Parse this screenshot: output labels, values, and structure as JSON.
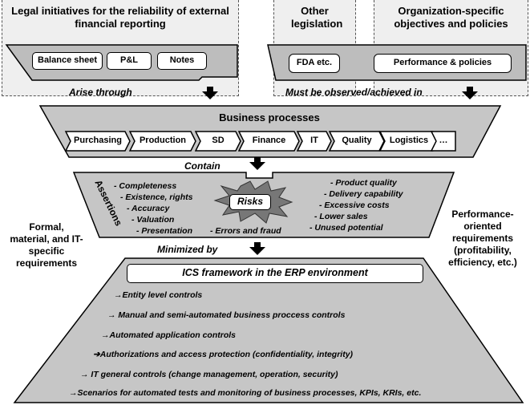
{
  "columns": {
    "legal": "Legal initiatives for the reliability of external financial reporting",
    "other": "Other legislation",
    "org": "Organization-specific objectives and policies"
  },
  "legal_docs": [
    "Balance sheet",
    "P&L",
    "Notes"
  ],
  "other_docs": [
    "FDA etc."
  ],
  "org_docs": [
    "Performance & policies"
  ],
  "flow": {
    "arise": "Arise through",
    "observed": "Must be observed/achieved in",
    "contain": "Contain",
    "minimized": "Minimized by"
  },
  "business_processes": {
    "title": "Business processes",
    "items": [
      "Purchasing",
      "Production",
      "SD",
      "Finance",
      "IT",
      "Quality",
      "Logistics",
      "…"
    ]
  },
  "assertions": {
    "label": "Assertions",
    "items": [
      "- Completeness",
      "- Existence, rights",
      "- Accuracy",
      "- Valuation",
      "- Presentation"
    ]
  },
  "risks": {
    "label": "Risks",
    "items": [
      "- Errors and fraud"
    ],
    "right_items": [
      "- Product quality",
      "- Delivery capability",
      "- Excessive costs",
      "- Lower sales",
      "- Unused potential"
    ]
  },
  "side_labels": {
    "left": "Formal, material, and IT-specific requirements",
    "right": "Performance-oriented requirements (profitability, efficiency, etc.)"
  },
  "ics": {
    "title": "ICS framework in the ERP environment",
    "controls": [
      "→Entity level controls",
      "→ Manual and semi-automated business proccess controls",
      "→Automated application controls",
      "➔Authorizations and access protection (confidentiality, integrity)",
      "→ IT general controls (change management, operation, security)",
      "→Scenarios for automated tests and monitoring of business processes, KPIs, KRIs, etc."
    ]
  }
}
